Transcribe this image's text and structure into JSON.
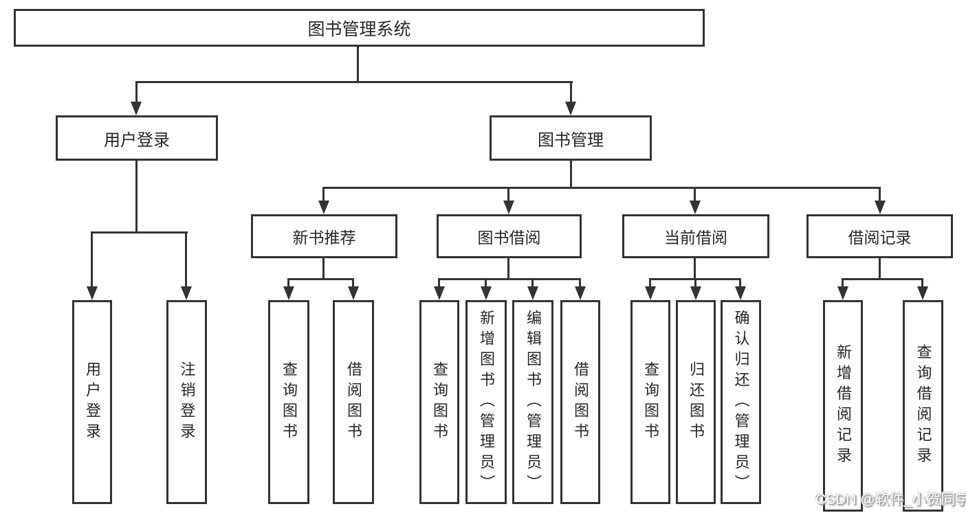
{
  "tree": {
    "root": "图书管理系统",
    "children": [
      {
        "label": "用户登录",
        "children": [
          {
            "label": "用户登录"
          },
          {
            "label": "注销登录"
          }
        ]
      },
      {
        "label": "图书管理",
        "children": [
          {
            "label": "新书推荐",
            "children": [
              {
                "label": "查询图书"
              },
              {
                "label": "借阅图书"
              }
            ]
          },
          {
            "label": "图书借阅",
            "children": [
              {
                "label": "查询图书"
              },
              {
                "label": "新增图书（管理员）"
              },
              {
                "label": "编辑图书（管理员）"
              },
              {
                "label": "借阅图书"
              }
            ]
          },
          {
            "label": "当前借阅",
            "children": [
              {
                "label": "查询图书"
              },
              {
                "label": "归还图书"
              },
              {
                "label": "确认归还（管理员）"
              }
            ]
          },
          {
            "label": "借阅记录",
            "children": [
              {
                "label": "新增借阅记录"
              },
              {
                "label": "查询借阅记录"
              }
            ]
          }
        ]
      }
    ]
  },
  "watermark": {
    "text": "CSDN @软件_小贺同学"
  },
  "colors": {
    "line": "#333333",
    "text": "#262626",
    "background": "#ffffff"
  }
}
